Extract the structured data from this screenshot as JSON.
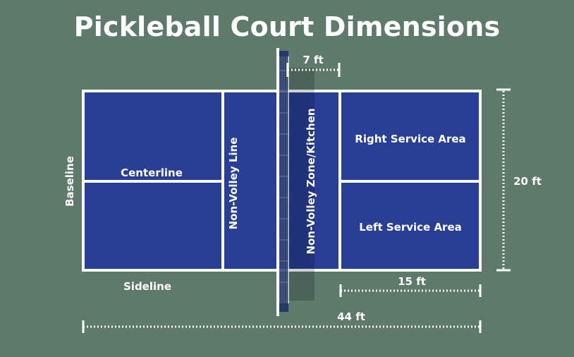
{
  "title": "Pickleball Court Dimensions",
  "labels": {
    "centerline": "Centerline",
    "non_volley_line": "Non-Volley Line",
    "kitchen": "Non-Volley Zone/Kitchen",
    "right_service": "Right Service Area",
    "left_service": "Left Service Area",
    "baseline": "Baseline",
    "sideline": "Sideline"
  },
  "dimensions": {
    "kitchen_depth": "7 ft",
    "width": "20 ft",
    "service_depth": "15 ft",
    "length": "44 ft"
  },
  "colors": {
    "background": "#5d7a6b",
    "court": "#283f95",
    "lines": "#ffffff"
  }
}
